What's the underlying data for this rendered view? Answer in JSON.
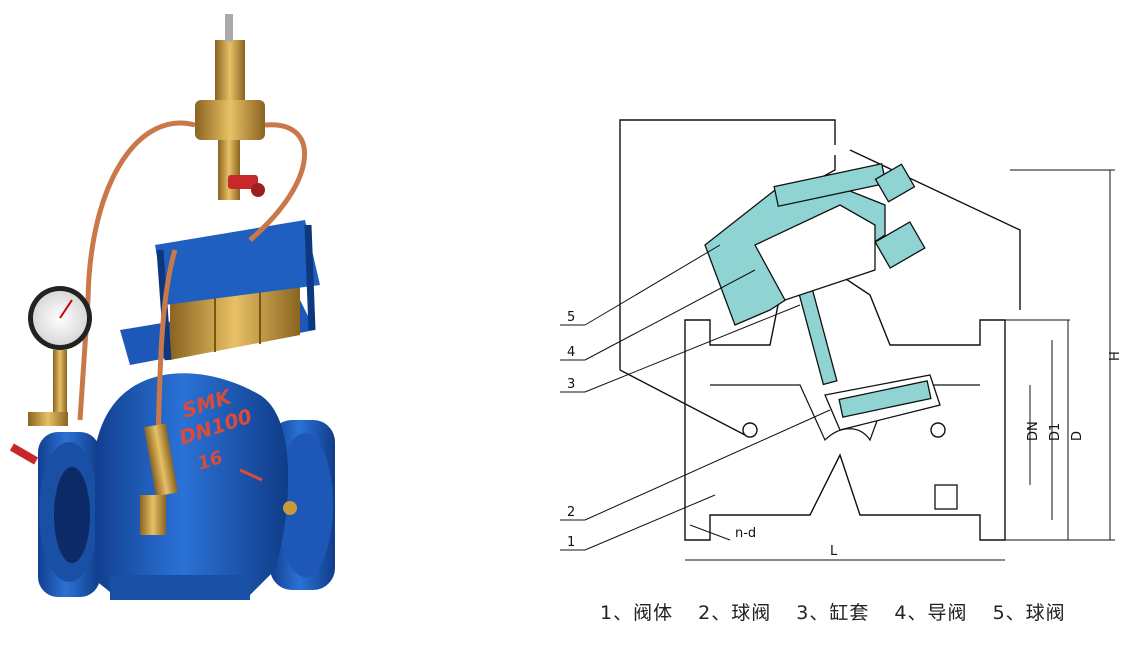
{
  "photo": {
    "body_color": "#1f5fbf",
    "brass_color": "#c99a3c",
    "copper_color": "#c9784a",
    "handle_color": "#c8282a",
    "markings": {
      "brand": "SMK",
      "size": "DN100",
      "pressure": "16"
    }
  },
  "diagram": {
    "section_color": "#8fd3d3",
    "line_color": "#111111",
    "callouts": [
      "1",
      "2",
      "3",
      "4",
      "5"
    ],
    "dimensions": {
      "length": "L",
      "holes": "n-d",
      "nominal": "DN",
      "bolt_circle": "D1",
      "flange_od": "D",
      "height": "H"
    }
  },
  "caption": {
    "items": [
      "1、阀体",
      "2、球阀",
      "3、缸套",
      "4、导阀",
      "5、球阀"
    ]
  }
}
